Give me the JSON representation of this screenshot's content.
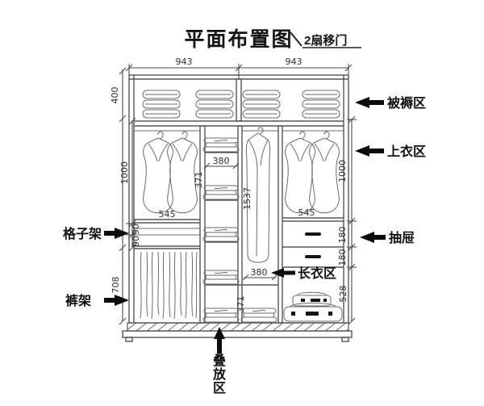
{
  "title": "平面布置图",
  "subtitle": "2扇移门",
  "labels": {
    "bedding": "被褥区",
    "tops": "上衣区",
    "drawer": "抽屉",
    "long_clothes": "长衣区",
    "grid_shelf": "格子架",
    "pants_rack": "裤架",
    "stacking": "叠放区"
  },
  "dims": {
    "top_left": "943",
    "top_right": "943",
    "bedding_h": "400",
    "left_hang_h": "1000",
    "grid_a": "90",
    "grid_b": "90",
    "pants_h": "708",
    "left_hang_w": "545",
    "mid_w": "380",
    "mid_gap_top": "371",
    "coat_h": "1537",
    "mid_gap_bottom": "371",
    "coat_w": "380",
    "right_hang_w": "545",
    "right_hang_h": "1000",
    "drawer_a": "180",
    "drawer_b": "180",
    "bottom_h": "528"
  },
  "colors": {
    "line": "#565656",
    "text": "#141414",
    "background": "#ffffff"
  }
}
